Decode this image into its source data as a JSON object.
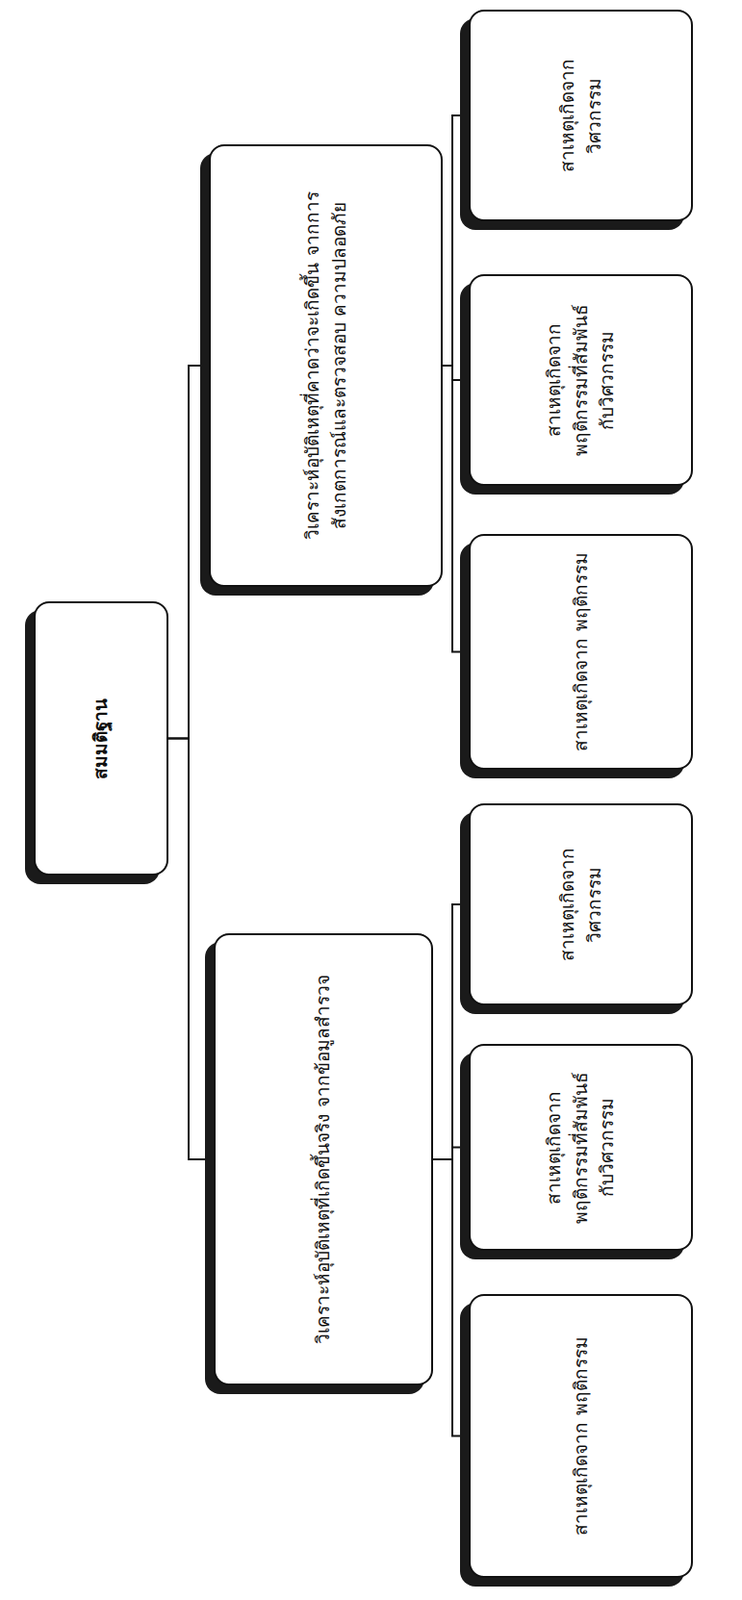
{
  "diagram": {
    "nodes": [
      {
        "text": [
          "สมมติฐาน"
        ]
      },
      {
        "text": [
          "วิเคราะห์อุบัติเหตุที่เกิดขึ้นจริง จากข้อมูลสำรวจ"
        ]
      },
      {
        "text": [
          "วิเคราะห์อุบัติเหตุที่คาดว่าจะเกิดขึ้น จากการสังเกตการณ์และตรวจสอบ ความปลอดภัย"
        ]
      },
      {
        "text": [
          "สาเหตุเกิดจาก พฤติกรรม"
        ]
      },
      {
        "text": [
          "สาเหตุเกิดจาก พฤติกรรมที่สัมพันธ์ กับวิศวกรรม"
        ]
      },
      {
        "text": [
          "สาเหตุเกิดจาก วิศวกรรม"
        ]
      },
      {
        "text": [
          "สาเหตุเกิดจาก พฤติกรรม"
        ]
      },
      {
        "text": [
          "สาเหตุเกิดจาก พฤติกรรมที่สัมพันธ์ กับวิศวกรรม"
        ]
      },
      {
        "text": [
          "สาเหตุเกิดจาก วิศวกรรม"
        ]
      }
    ],
    "edges": [
      {
        "from": 0,
        "to": 1,
        "arrow": "none"
      },
      {
        "from": 0,
        "to": 2,
        "arrow": "none"
      },
      {
        "from": 1,
        "to": 3,
        "arrow": "none"
      },
      {
        "from": 1,
        "to": 4,
        "arrow": "none"
      },
      {
        "from": 1,
        "to": 5,
        "arrow": "none"
      },
      {
        "from": 2,
        "to": 6,
        "arrow": "none"
      },
      {
        "from": 2,
        "to": 7,
        "arrow": "none"
      },
      {
        "from": 2,
        "to": 8,
        "arrow": "none"
      }
    ]
  }
}
